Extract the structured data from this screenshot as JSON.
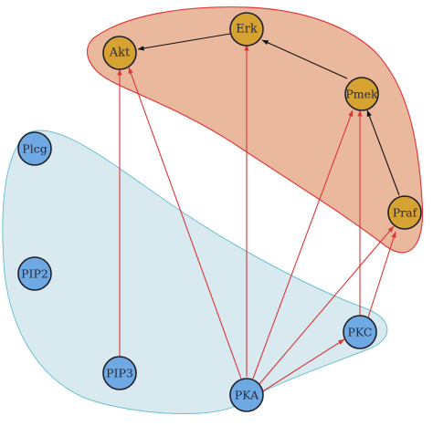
{
  "colors": {
    "upper_group_fill": "#eab89d",
    "upper_group_stroke": "#e03b3b",
    "lower_group_fill": "#d8e9ef",
    "lower_group_stroke": "#6cc0d3",
    "node_gold": "#d6a232",
    "node_blue": "#6fa9e3",
    "node_stroke": "#1f1f2a",
    "edge_red": "#d93636",
    "edge_black": "#111111"
  },
  "nodes": {
    "akt": "Akt",
    "erk": "Erk",
    "pmek": "Pmek",
    "praf": "Praf",
    "plcg": "Plcg",
    "pip2": "PIP2",
    "pip3": "PIP3",
    "pka": "PKA",
    "pkc": "PKC"
  }
}
